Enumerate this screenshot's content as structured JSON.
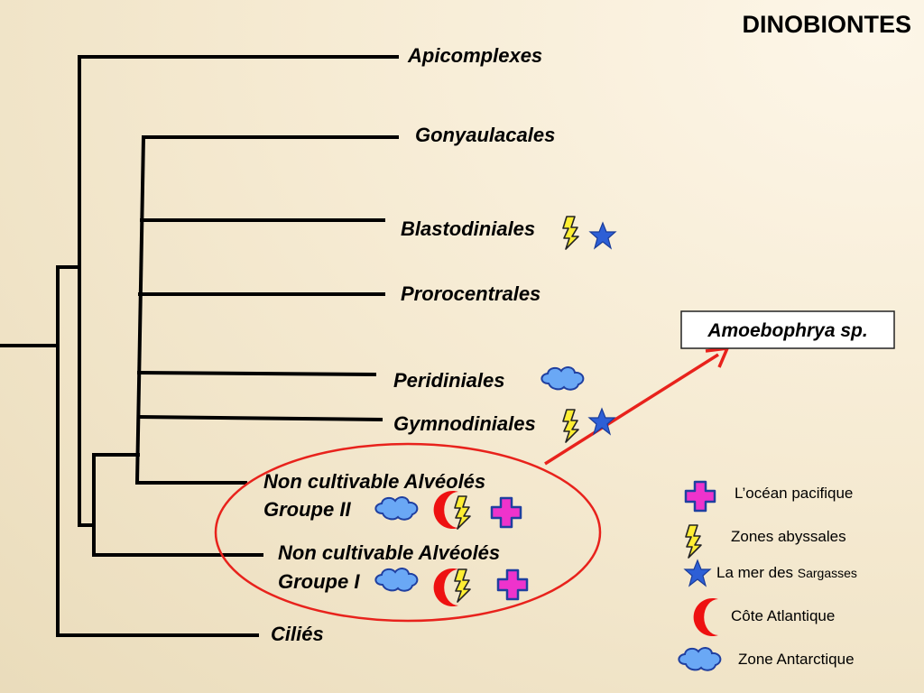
{
  "title": "DINOBIONTES",
  "taxa": {
    "apicomplexes": "Apicomplexes",
    "gonyaulacales": "Gonyaulacales",
    "blastodiniales": "Blastodiniales",
    "prorocentrales": "Prorocentrales",
    "peridiniales": "Peridiniales",
    "gymnodiniales": "Gymnodiniales",
    "mast_ii_line1": "Non cultivable Alvéolés",
    "mast_ii_line2": "Groupe II",
    "mast_i_line1": "Non cultivable Alvéolés",
    "mast_i_line2": "Groupe I",
    "cilies": "Ciliés"
  },
  "callout": "Amoebophrya sp.",
  "legend": {
    "pacific": "L’océan pacifique",
    "abyssal": "Zones abyssales",
    "sargasso_prefix": "La mer des ",
    "sargasso_suffix": "Sargasses",
    "atlantic": "Côte Atlantique",
    "antarctic": "Zone Antarctique"
  },
  "icons": {
    "pacific": "magenta-cross-icon",
    "abyssal": "lightning-icon",
    "sargasso": "blue-star-icon",
    "atlantic": "red-crescent-icon",
    "antarctic": "blue-cloud-icon"
  },
  "colors": {
    "cross": "#ee33cc",
    "lightning": "#ffee33",
    "star": "#2d5fd6",
    "crescent": "#ee1111",
    "cloud": "#6aa8f5",
    "highlight": "#e8221c"
  }
}
